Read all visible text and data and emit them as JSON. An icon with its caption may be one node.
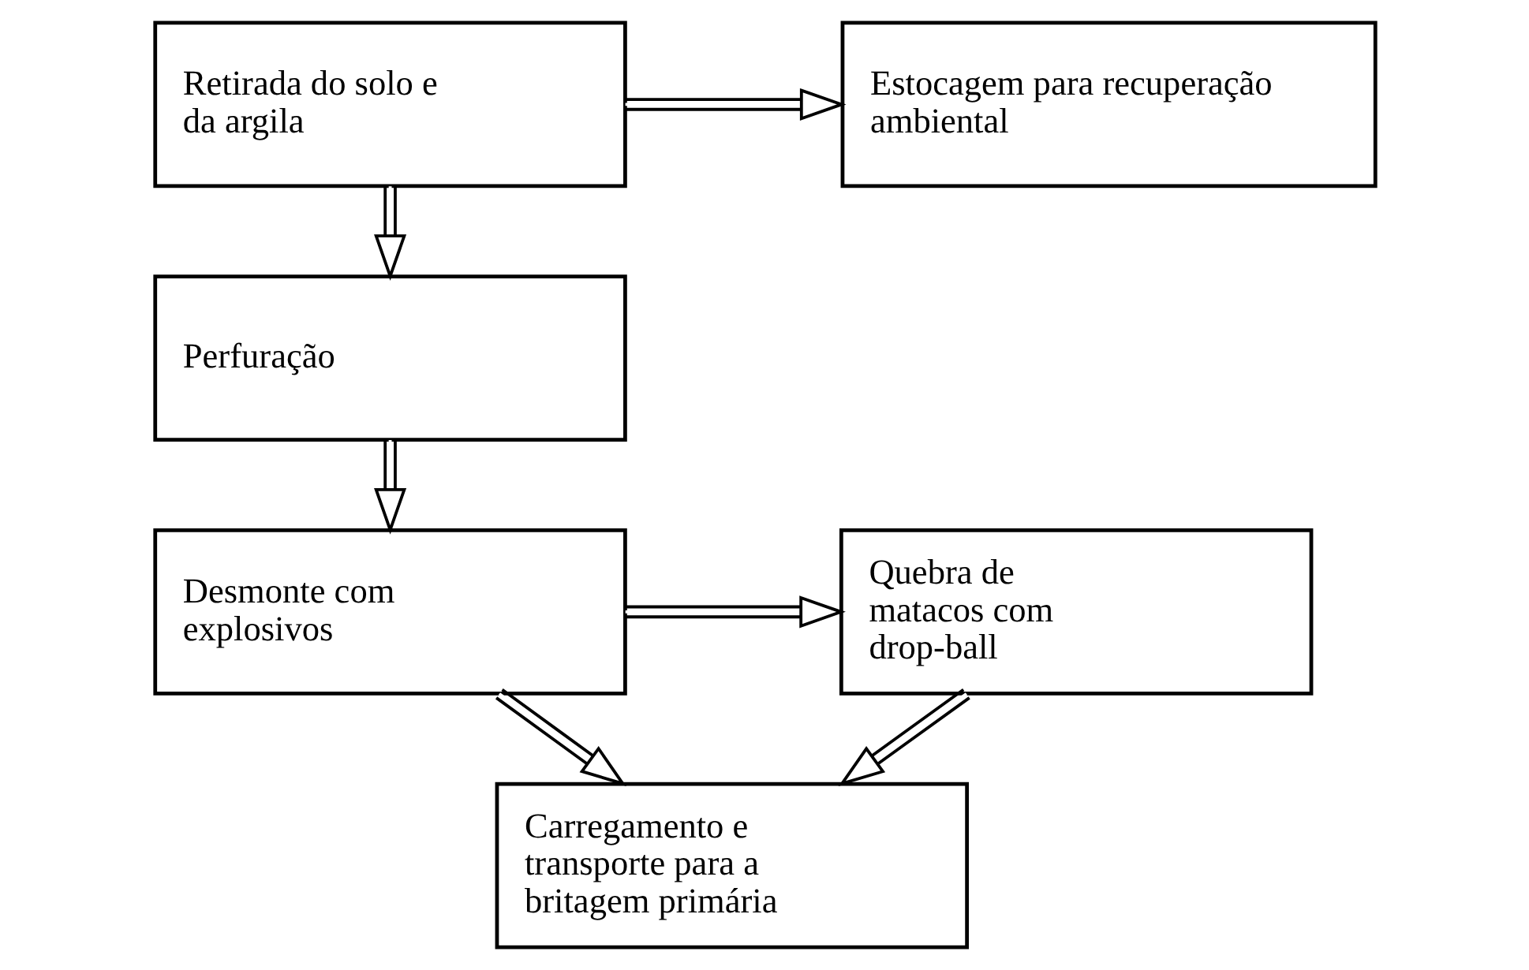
{
  "diagram": {
    "nodes": [
      {
        "text": [
          "Retirada do solo e da argila"
        ]
      },
      {
        "text": [
          "Estocagem para recuperação ambiental"
        ]
      },
      {
        "text": [
          "Perfuração"
        ]
      },
      {
        "text": [
          "Desmonte com explosivos"
        ]
      },
      {
        "text": [
          "Quebra de matacos com drop-ball"
        ]
      },
      {
        "text": [
          "Carregamento e transporte para a britagem primária"
        ]
      }
    ],
    "edges": [
      {
        "from": 0,
        "to": 1,
        "arrow": "to"
      },
      {
        "from": 0,
        "to": 2,
        "arrow": "to"
      },
      {
        "from": 2,
        "to": 3,
        "arrow": "to"
      },
      {
        "from": 3,
        "to": 4,
        "arrow": "to"
      },
      {
        "from": 3,
        "to": 5,
        "arrow": "to"
      },
      {
        "from": 4,
        "to": 5,
        "arrow": "to"
      }
    ]
  }
}
